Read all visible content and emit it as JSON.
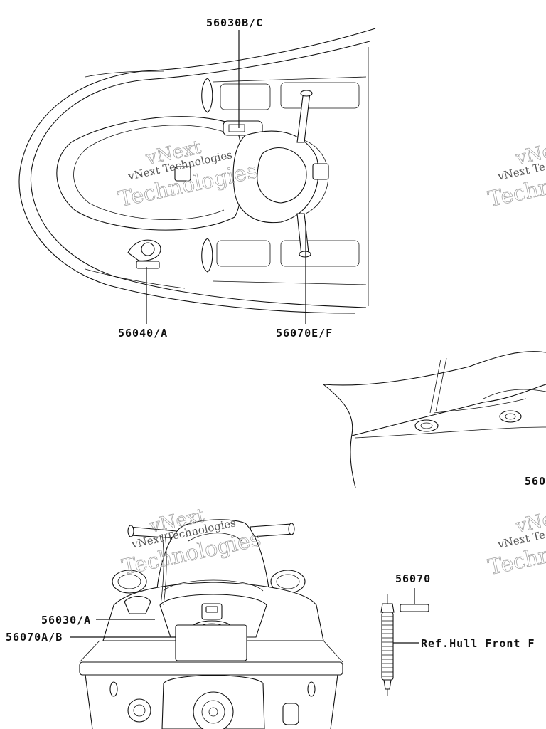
{
  "labels": {
    "top_seat_cover": "56030B/C",
    "top_left_decal": "56040/A",
    "top_handlebar": "56070E/F",
    "mid_right_cut": "560",
    "lower_decal_small": "56070",
    "lower_left_1": "56030/A",
    "lower_left_2": "56070A/B",
    "lower_right_ref": "Ref.Hull Front F"
  },
  "watermarks": [
    {
      "line1": "vNext",
      "line2": "vNext Technologies",
      "line3": "Technologies"
    },
    {
      "line1": "vNext",
      "line2": "vNext Te",
      "line3": "Techn"
    },
    {
      "line1": "vNext",
      "line2": "vNext Technologies",
      "line3": "Technologies"
    },
    {
      "line1": "vNext",
      "line2": "vNext Te",
      "line3": "Techn"
    }
  ]
}
